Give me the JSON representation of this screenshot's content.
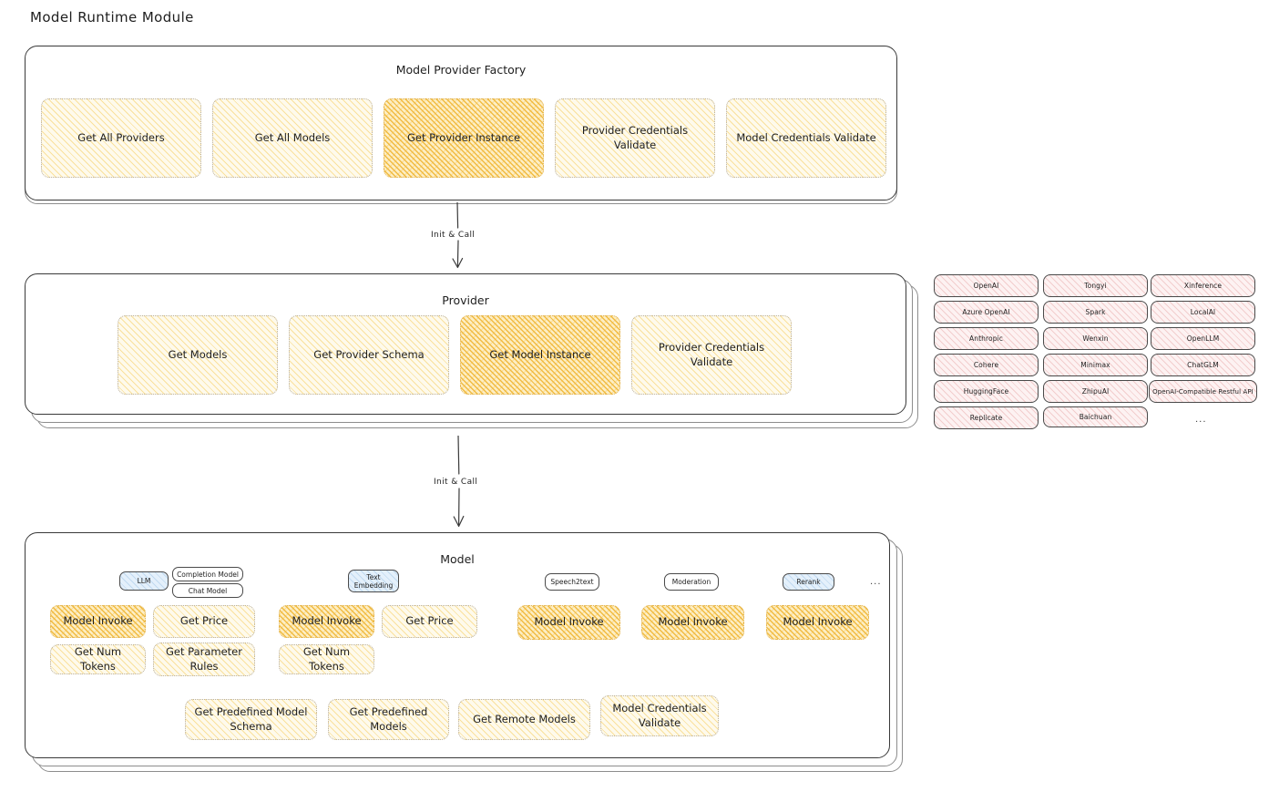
{
  "page": {
    "title": "Model Runtime Module"
  },
  "colors": {
    "highlight_amber": "#f0b93c",
    "soft_amber": "#fefaec",
    "provider_pink": "#fdf2f2",
    "type_blue": "#e4f0fb",
    "stroke": "#3a3a3a"
  },
  "factory": {
    "title": "Model Provider Factory",
    "methods": [
      {
        "label": "Get All Providers",
        "highlighted": false
      },
      {
        "label": "Get All Models",
        "highlighted": false
      },
      {
        "label": "Get Provider Instance",
        "highlighted": true
      },
      {
        "label": "Provider Credentials Validate",
        "highlighted": false
      },
      {
        "label": "Model Credentials Validate",
        "highlighted": false
      }
    ]
  },
  "arrows": [
    {
      "label": "Init & Call",
      "from": "Model Provider Factory",
      "to": "Provider"
    },
    {
      "label": "Init & Call",
      "from": "Provider",
      "to": "Model"
    }
  ],
  "provider": {
    "title": "Provider",
    "methods": [
      {
        "label": "Get Models",
        "highlighted": false
      },
      {
        "label": "Get Provider Schema",
        "highlighted": false
      },
      {
        "label": "Get Model Instance",
        "highlighted": true
      },
      {
        "label": "Provider Credentials Validate",
        "highlighted": false
      }
    ]
  },
  "provider_list": {
    "columns": [
      {
        "items": [
          "OpenAI",
          "Azure OpenAI",
          "Anthropic",
          "Cohere",
          "HuggingFace",
          "Replicate"
        ],
        "ellipsis": false
      },
      {
        "items": [
          "Tongyi",
          "Spark",
          "Wenxin",
          "Minimax",
          "ZhipuAI",
          "Baichuan"
        ],
        "ellipsis": false
      },
      {
        "items": [
          "Xinference",
          "LocalAI",
          "OpenLLM",
          "ChatGLM",
          "OpenAI-Compatible Restful API"
        ],
        "ellipsis": true
      }
    ],
    "ellipsis_mark": "..."
  },
  "model": {
    "title": "Model",
    "ellipsis_mark": "...",
    "types": [
      {
        "name": "LLM",
        "style": "blue",
        "subtypes": [
          "Completion Model",
          "Chat Model"
        ],
        "methods": [
          {
            "label": "Model Invoke",
            "highlighted": true
          },
          {
            "label": "Get Price",
            "highlighted": false
          },
          {
            "label": "Get Num Tokens",
            "highlighted": false
          },
          {
            "label": "Get Parameter Rules",
            "highlighted": false
          }
        ]
      },
      {
        "name": "Text Embedding",
        "style": "blue",
        "subtypes": [],
        "methods": [
          {
            "label": "Model Invoke",
            "highlighted": true
          },
          {
            "label": "Get Price",
            "highlighted": false
          },
          {
            "label": "Get Num Tokens",
            "highlighted": false
          }
        ]
      },
      {
        "name": "Speech2text",
        "style": "white",
        "subtypes": [],
        "methods": [
          {
            "label": "Model Invoke",
            "highlighted": true
          }
        ]
      },
      {
        "name": "Moderation",
        "style": "white",
        "subtypes": [],
        "methods": [
          {
            "label": "Model Invoke",
            "highlighted": true
          }
        ]
      },
      {
        "name": "Rerank",
        "style": "blue",
        "subtypes": [],
        "methods": [
          {
            "label": "Model Invoke",
            "highlighted": true
          }
        ]
      }
    ],
    "shared_methods": [
      {
        "label": "Get Predefined Model Schema"
      },
      {
        "label": "Get Predefined Models"
      },
      {
        "label": "Get Remote Models"
      },
      {
        "label": "Model Credentials Validate"
      }
    ]
  }
}
